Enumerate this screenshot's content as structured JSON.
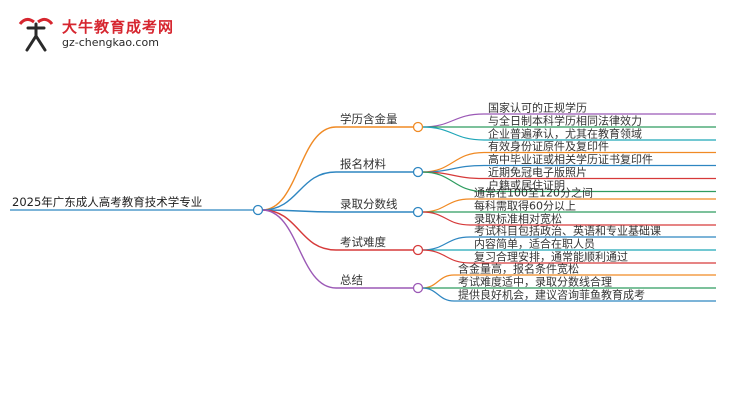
{
  "logo": {
    "title": "大牛教育成考网",
    "url": "gz-chengkao.com"
  },
  "mindmap": {
    "root": "2025年广东成人高考教育技术学专业",
    "branches": [
      {
        "label": "学历含金量",
        "color": "#f08a24",
        "children": [
          "国家认可的正规学历",
          "与全日制本科学历相同法律效力",
          "企业普遍承认，尤其在教育领域"
        ],
        "child_colors": [
          "#9b59b6",
          "#2e9c5f",
          "#1fa6b8"
        ]
      },
      {
        "label": "报名材料",
        "color": "#2e86c1",
        "children": [
          "有效身份证原件及复印件",
          "高中毕业证或相关学历证书复印件",
          "近期免冠电子版照片",
          "户籍或居住证明"
        ],
        "child_colors": [
          "#f08a24",
          "#2e86c1",
          "#d63a3a",
          "#2e9c5f"
        ]
      },
      {
        "label": "录取分数线",
        "color": "#2e86c1",
        "children": [
          "通常在100至120分之间",
          "每科需取得60分以上",
          "录取标准相对宽松"
        ],
        "child_colors": [
          "#f08a24",
          "#2e9c5f",
          "#d63a3a"
        ]
      },
      {
        "label": "考试难度",
        "color": "#d63a3a",
        "children": [
          "考试科目包括政治、英语和专业基础课",
          "内容简单，适合在职人员",
          "复习合理安排，通常能顺利通过"
        ],
        "child_colors": [
          "#2e86c1",
          "#1fa6b8",
          "#d63a3a"
        ]
      },
      {
        "label": "总结",
        "color": "#9b59b6",
        "children": [
          "含金量高，报名条件宽松",
          "考试难度适中，录取分数线合理",
          "提供良好机会，建议咨询菲鱼教育成考"
        ],
        "child_colors": [
          "#f08a24",
          "#2e9c5f",
          "#2e86c1"
        ]
      }
    ]
  }
}
